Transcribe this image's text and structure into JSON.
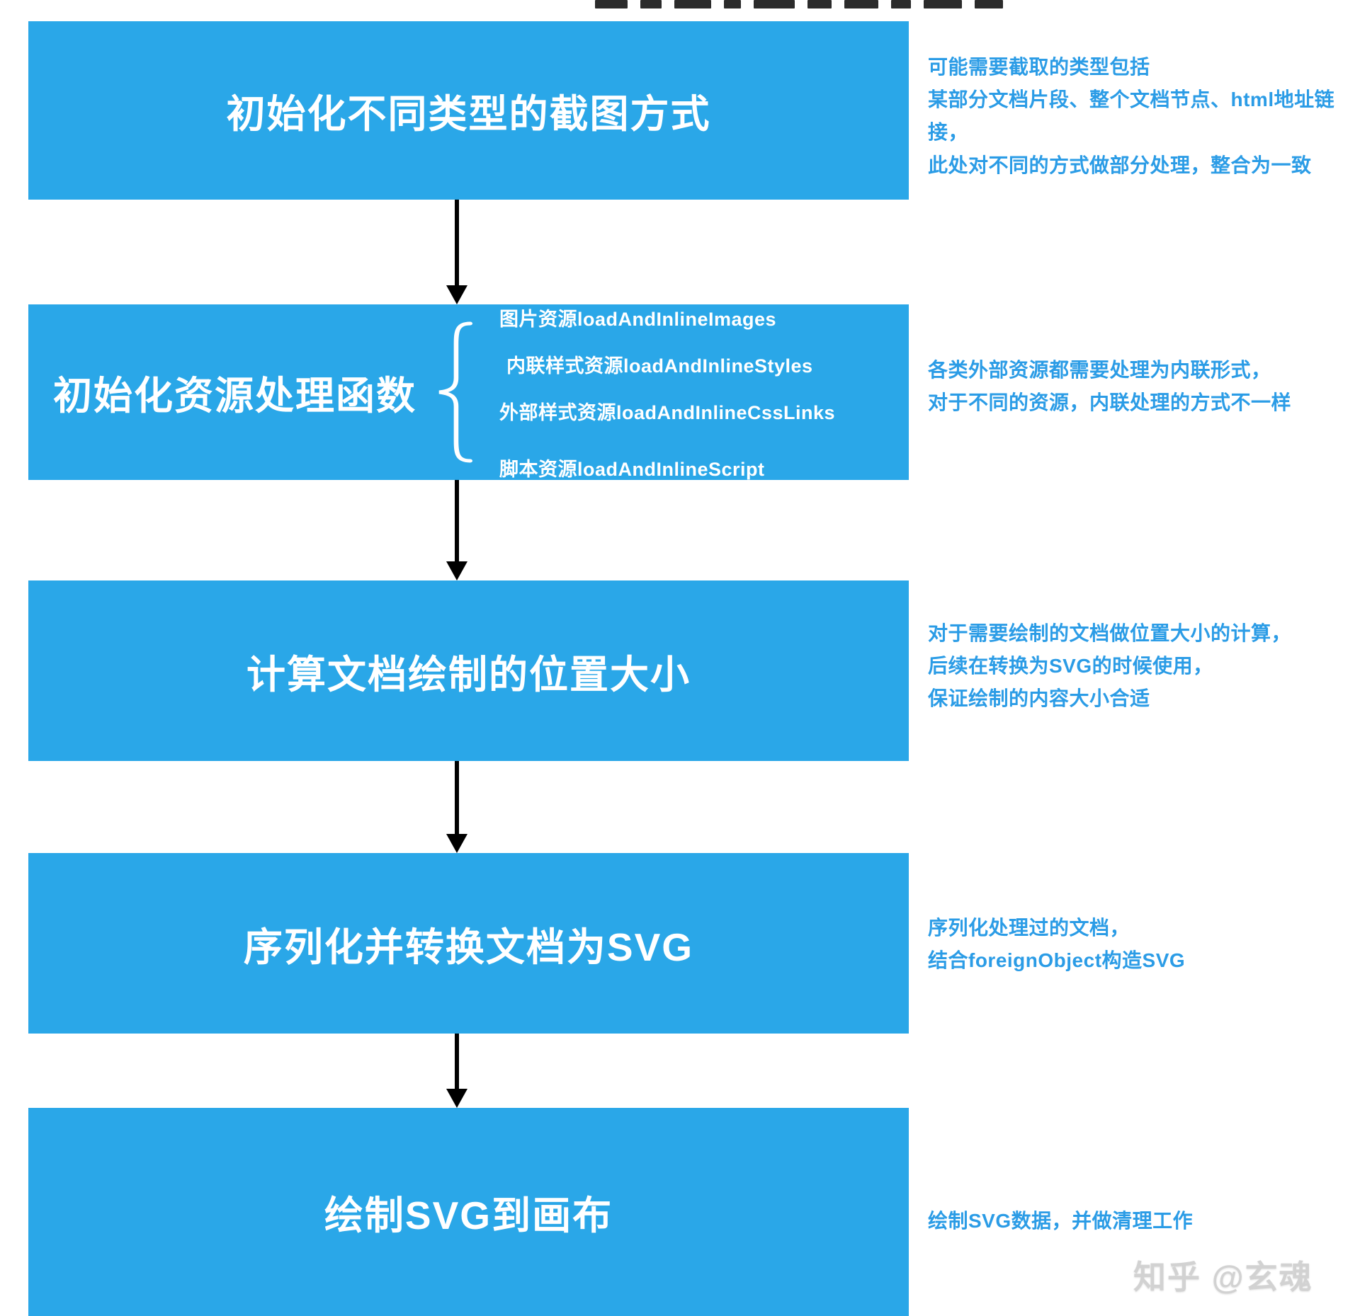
{
  "colors": {
    "box": "#2aa7e8",
    "note": "#2b9ce6",
    "arrow": "#000000"
  },
  "steps": [
    {
      "label": "初始化不同类型的截图方式",
      "note": "可能需要截取的类型包括\n某部分文档片段、整个文档节点、html地址链接，\n此处对不同的方式做部分处理，整合为一致"
    },
    {
      "label": "初始化资源处理函数",
      "items": [
        "图片资源loadAndInlineImages",
        "内联样式资源loadAndInlineStyles",
        "外部样式资源loadAndInlineCssLinks",
        "脚本资源loadAndInlineScript"
      ],
      "note": "各类外部资源都需要处理为内联形式，\n对于不同的资源，内联处理的方式不一样"
    },
    {
      "label": "计算文档绘制的位置大小",
      "note": "对于需要绘制的文档做位置大小的计算，\n后续在转换为SVG的时候使用，\n保证绘制的内容大小合适"
    },
    {
      "label": "序列化并转换文档为SVG",
      "note": "序列化处理过的文档，\n结合foreignObject构造SVG"
    },
    {
      "label": "绘制SVG到画布",
      "note": "绘制SVG数据，并做清理工作"
    }
  ],
  "watermark": "知乎 @玄魂"
}
